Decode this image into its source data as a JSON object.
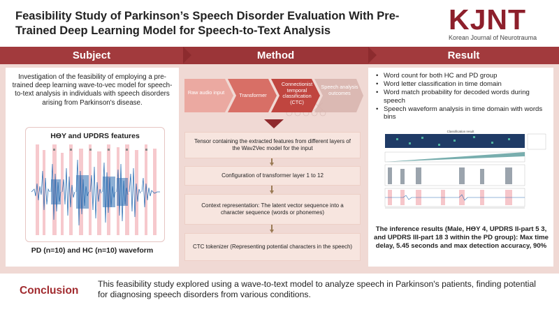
{
  "header": {
    "title": "Feasibility Study of Parkinson’s Speech Disorder Evaluation With Pre-Trained Deep Learning Model for Speech-to-Text Analysis",
    "logo_main": "KJNT",
    "logo_sub": "Korean Journal of Neurotrauma"
  },
  "sections": {
    "subject": "Subject",
    "method": "Method",
    "result": "Result"
  },
  "subject": {
    "text": "Investigation of the feasibility of employing a pre-trained deep learning wave-to-vec model for speech-to-text analysis in individuals with speech disorders arising from Parkinson's disease.",
    "figure_title": "HӨY and UPDRS features",
    "figure_caption": "PD (n=10) and HC (n=10) waveform"
  },
  "method": {
    "pipeline": [
      "Raw audio input",
      "Transformer",
      "Connectionist temporal classification (CTC)",
      "Speech analysis outcomes"
    ],
    "steps": [
      "Tensor containing the extracted features from different layers of the Wav2Vec model for the input",
      "Configuration of transformer layer 1 to 12",
      "Context representation: The latent vector sequence into a character sequence (words or phonemes)",
      "CTC tokenizer (Representing potential characters in the speech)"
    ]
  },
  "result": {
    "bullets": [
      "Word count for both HC and PD group",
      "Word letter classification in time domain",
      "Word match probability for decoded words during speech",
      "Speech waveform analysis in time domain with words bins"
    ],
    "chart_title": "Classification result",
    "summary": "The inference results (Male, HӨY 4, UPDRS II-part 5 3, and UPDRS III-part 18 3 within the PD group): Max time delay, 5.45 seconds and max detection accuracy, 90%"
  },
  "conclusion": {
    "label": "Conclusion",
    "text": "This feasibility study explored using a wave-to-text model to analyze speech in Parkinson's patients, finding potential for diagnosing speech disorders from various conditions."
  },
  "colors": {
    "brand": "#a23a3d",
    "band": "#f0d9d4",
    "wave_blue": "#2f6fb3",
    "bin_pink": "#f4b8bd"
  }
}
